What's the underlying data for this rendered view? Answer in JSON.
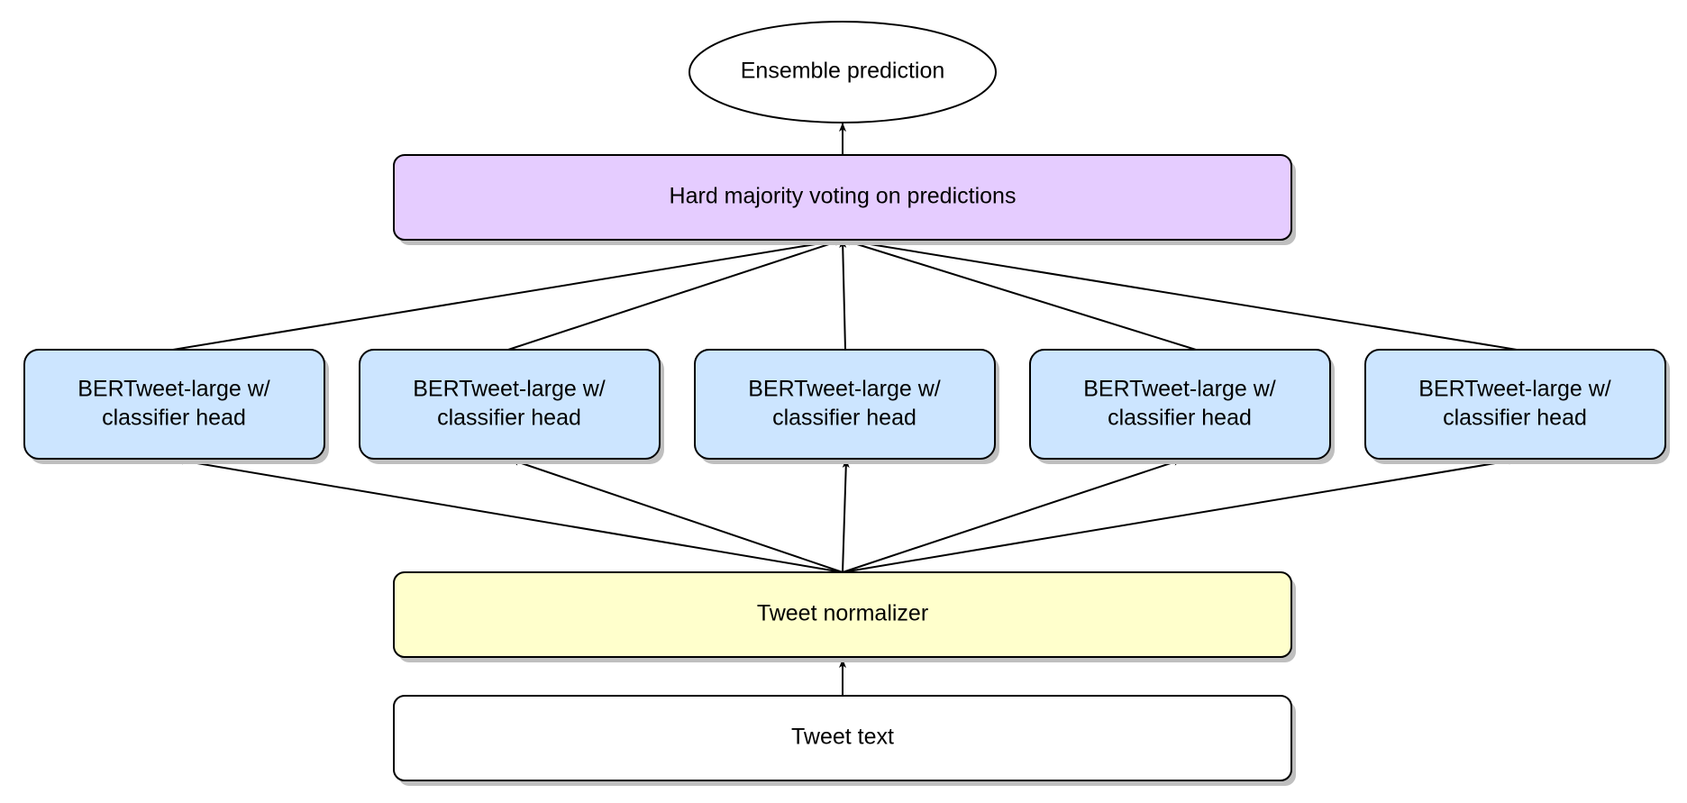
{
  "colors": {
    "voting_fill": "#e5ccff",
    "model_fill": "#cce5ff",
    "normalizer_fill": "#ffffcc",
    "text_fill": "#ffffff",
    "output_fill": "#ffffff",
    "stroke": "#000000",
    "shadow": "#bfbfbf"
  },
  "nodes": {
    "output": {
      "label": "Ensemble prediction"
    },
    "voting": {
      "label": "Hard majority voting on predictions"
    },
    "models": [
      {
        "line1": "BERTweet-large w/",
        "line2": "classifier head"
      },
      {
        "line1": "BERTweet-large w/",
        "line2": "classifier head"
      },
      {
        "line1": "BERTweet-large w/",
        "line2": "classifier head"
      },
      {
        "line1": "BERTweet-large w/",
        "line2": "classifier head"
      },
      {
        "line1": "BERTweet-large w/",
        "line2": "classifier head"
      }
    ],
    "normalizer": {
      "label": "Tweet normalizer"
    },
    "input": {
      "label": "Tweet text"
    }
  },
  "edges": [
    {
      "from": "input",
      "to": "normalizer"
    },
    {
      "from": "normalizer",
      "to": "model-1"
    },
    {
      "from": "normalizer",
      "to": "model-2"
    },
    {
      "from": "normalizer",
      "to": "model-3"
    },
    {
      "from": "normalizer",
      "to": "model-4"
    },
    {
      "from": "normalizer",
      "to": "model-5"
    },
    {
      "from": "model-1",
      "to": "voting"
    },
    {
      "from": "model-2",
      "to": "voting"
    },
    {
      "from": "model-3",
      "to": "voting"
    },
    {
      "from": "model-4",
      "to": "voting"
    },
    {
      "from": "model-5",
      "to": "voting"
    },
    {
      "from": "voting",
      "to": "output"
    }
  ]
}
